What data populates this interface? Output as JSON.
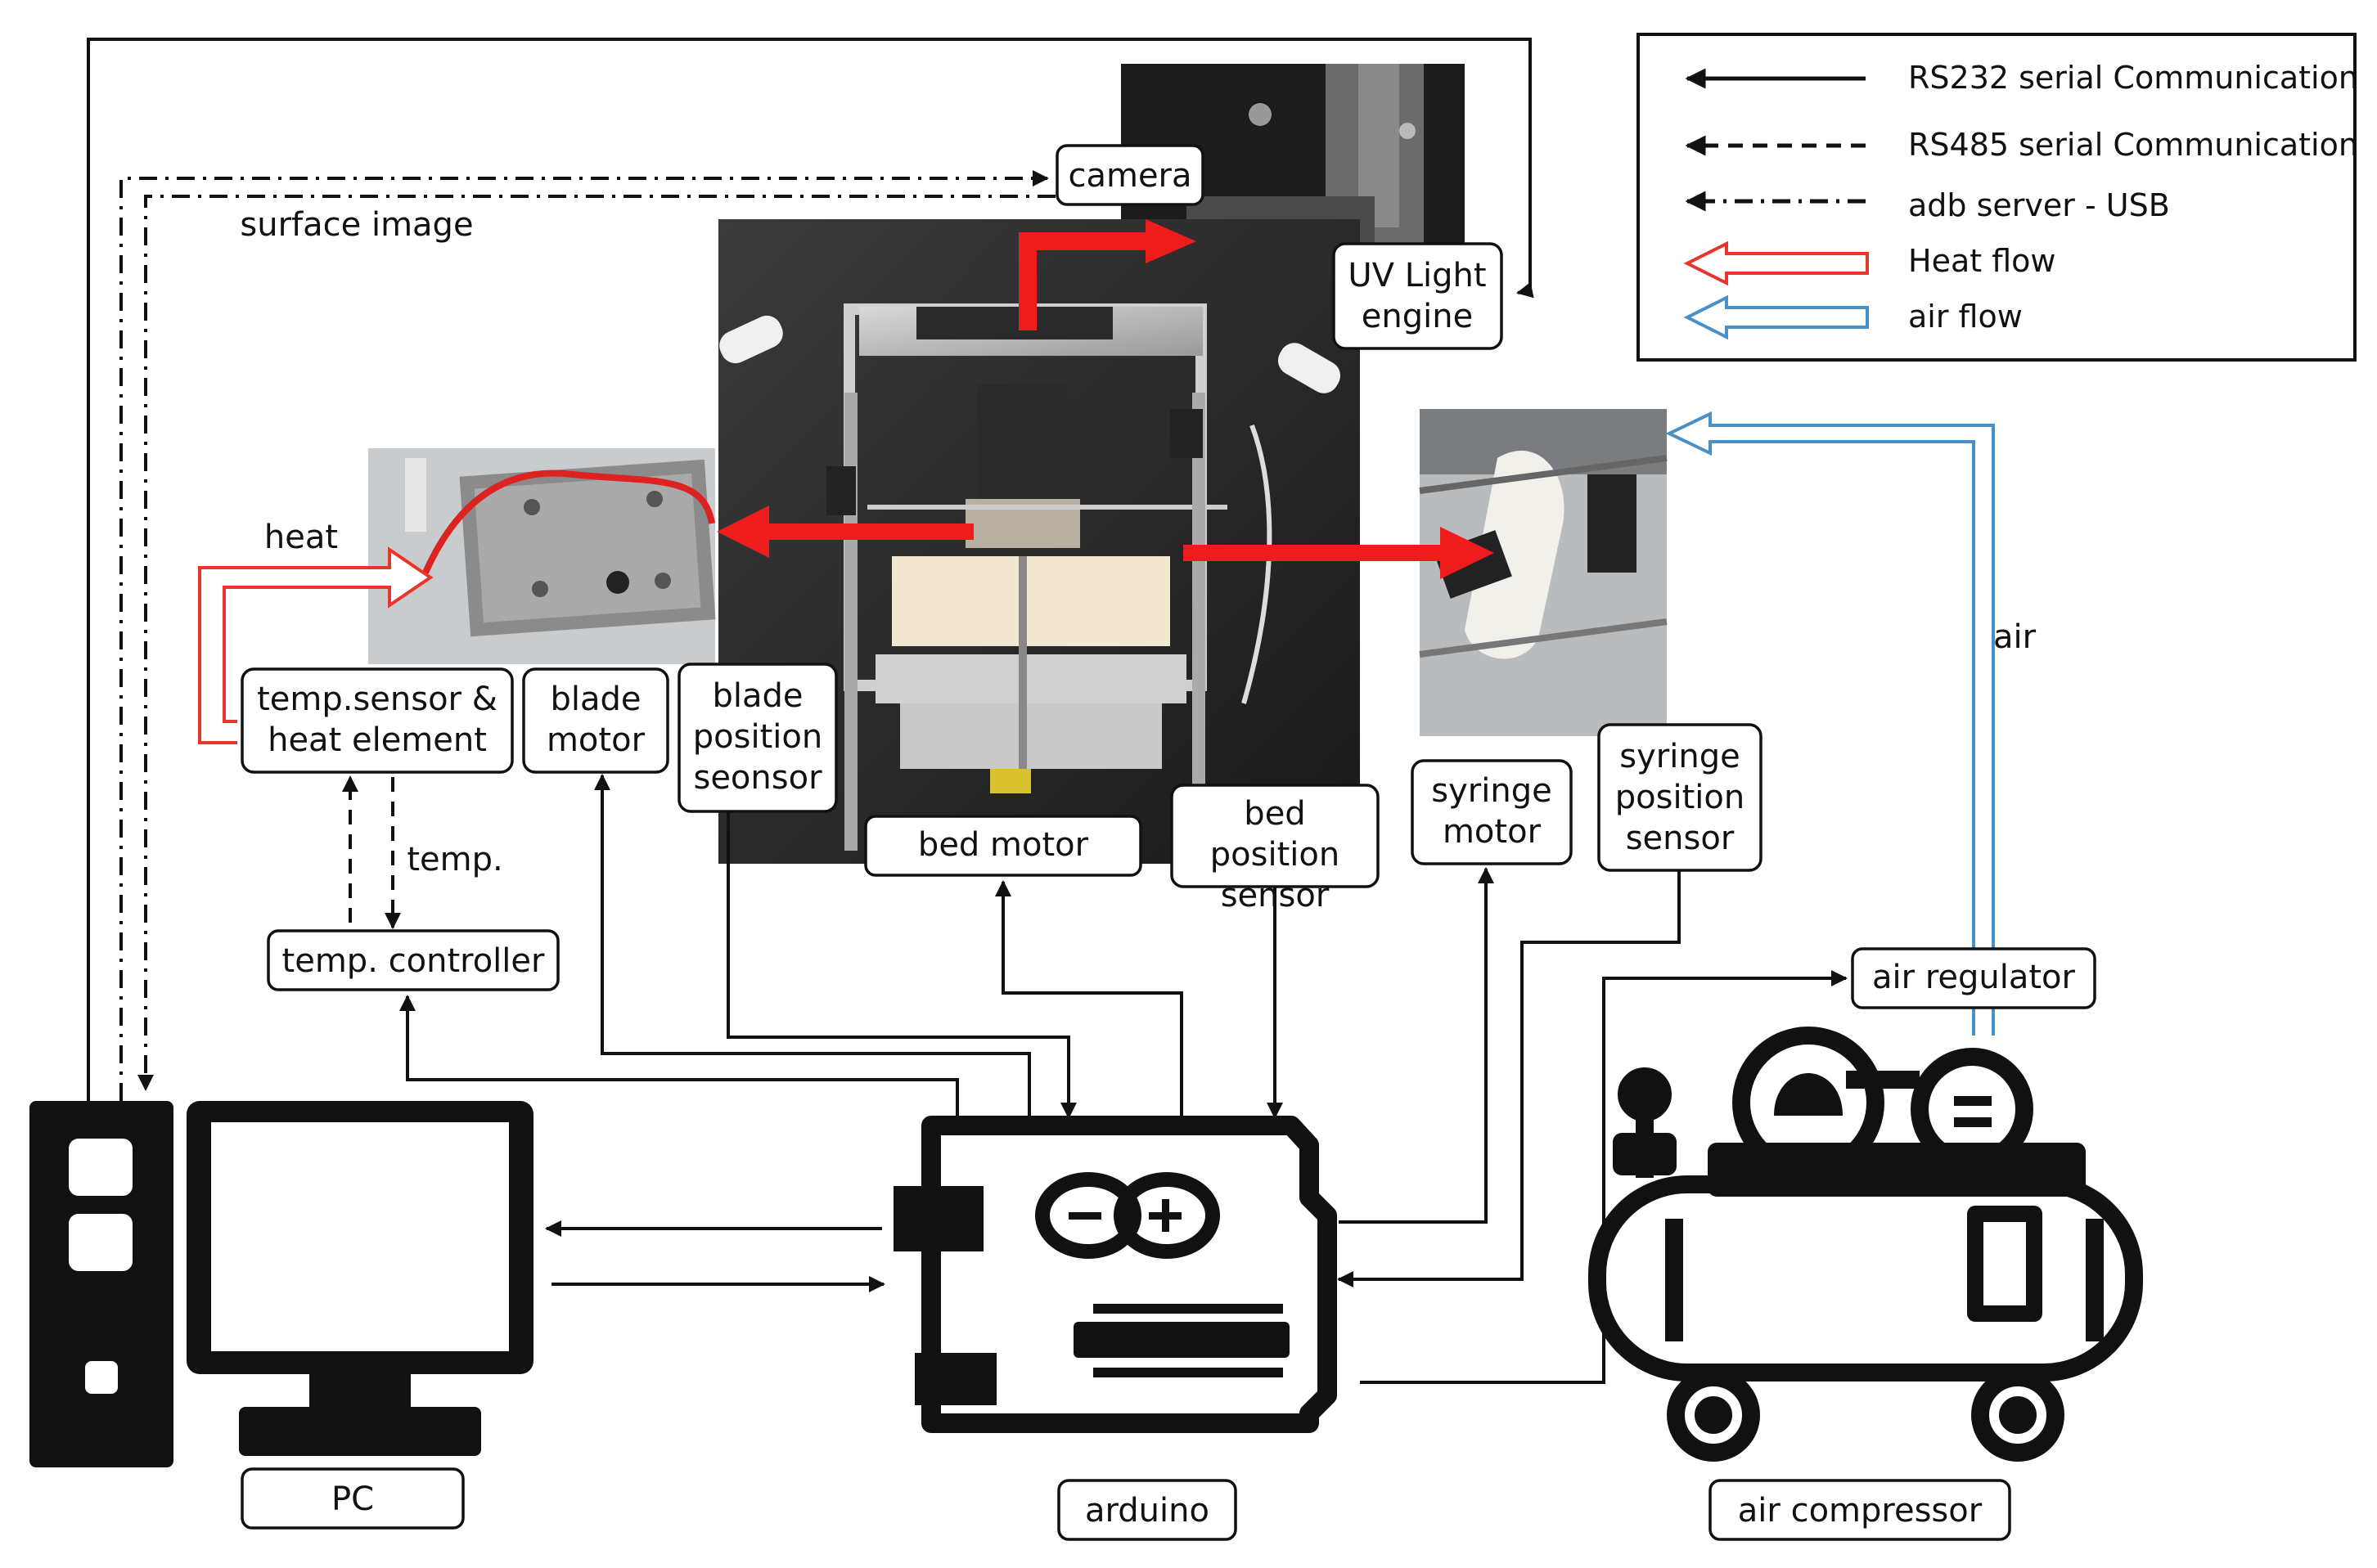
{
  "legend": {
    "rs232": "RS232 serial Communication",
    "rs485": "RS485 serial Communication",
    "adb": "adb server - USB",
    "heat": "Heat flow",
    "air": "air flow"
  },
  "labels": {
    "camera": "camera",
    "surface_image": "surface image",
    "uv_line1": "UV Light",
    "uv_line2": "engine",
    "heat": "heat",
    "temp_line1": "temp.sensor &",
    "temp_line2": "heat element",
    "blade_motor_line1": "blade",
    "blade_motor_line2": "motor",
    "blade_pos_line1": "blade",
    "blade_pos_line2": "position",
    "blade_pos_line3": "seonsor",
    "bed_motor": "bed motor",
    "bed_pos_line1": "bed",
    "bed_pos_line2": "position",
    "bed_pos_line3": "sensor",
    "syringe_motor_line1": "syringe",
    "syringe_motor_line2": "motor",
    "syringe_pos_line1": "syringe",
    "syringe_pos_line2": "position",
    "syringe_pos_line3": "sensor",
    "temp_signal": "temp.",
    "temp_controller": "temp. controller",
    "air": "air",
    "air_regulator": "air regulator",
    "pc": "PC",
    "arduino": "arduino",
    "air_compressor": "air compressor"
  },
  "colors": {
    "heat_flow": "#e8352b",
    "air_flow": "#4a90c8",
    "arrow_red": "#ee1c1c",
    "ink": "#111111"
  }
}
